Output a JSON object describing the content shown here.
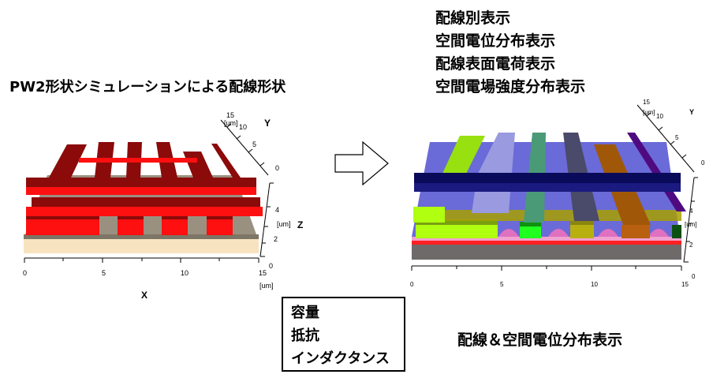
{
  "left_title": "PW2形状シミュレーションによる配線形状",
  "right_titles": [
    "配線別表示",
    "空間電位分布表示",
    "配線表面電荷表示",
    "空間電場強度分布表示"
  ],
  "box_items": [
    "容量",
    "抵抗",
    "インダクタンス"
  ],
  "bottom_caption": "配線＆空間電位分布表示",
  "left_plot": {
    "x_ticks": [
      "0",
      "5",
      "10",
      "15"
    ],
    "x_unit": "[um]",
    "x_label": "X",
    "y_ticks": [
      "0",
      "5",
      "10",
      "15"
    ],
    "y_unit": "[um]",
    "y_label": "Y",
    "z_ticks": [
      "0",
      "2",
      "4"
    ],
    "z_unit": "[um]",
    "z_label": "Z"
  },
  "right_plot": {
    "x_ticks": [
      "0",
      "5",
      "10",
      "15"
    ],
    "y_ticks": [
      "0",
      "5",
      "10",
      "15"
    ],
    "y_unit": "[um]",
    "y_label": "Y",
    "z_ticks": [
      "0",
      "2",
      "4"
    ],
    "z_unit": "[um]"
  },
  "arrow_icon": "right-arrow-outline",
  "colors": {
    "wire_red": "#ff1010",
    "wire_dark": "#8b0a0a",
    "substrate": "#f5deb3",
    "navy_bar": "#1a1a80",
    "potential_blue": "#5a5aee"
  }
}
